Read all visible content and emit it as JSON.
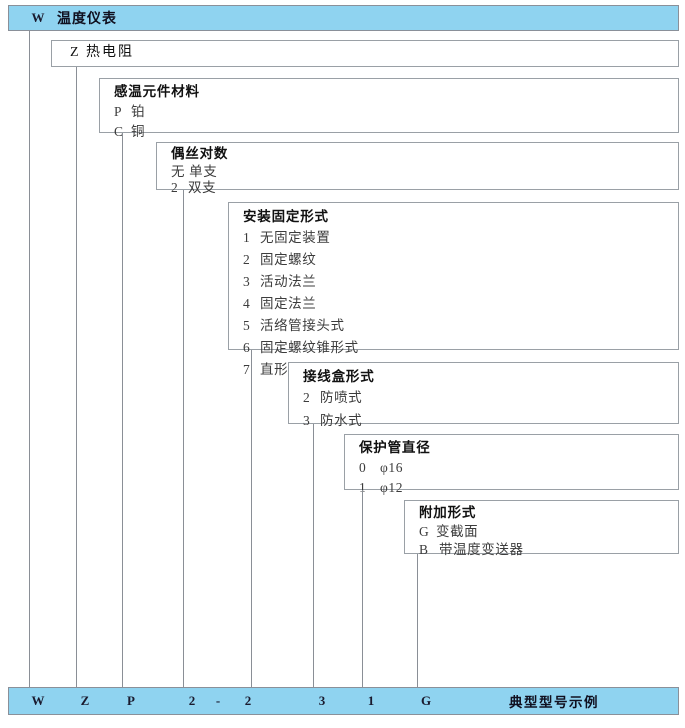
{
  "diagram": {
    "title_bar": {
      "code": "W",
      "label": "温度仪表"
    },
    "bottom_bar": {
      "note": "典型型号示例",
      "codes": [
        "W",
        "Z",
        "P",
        "2",
        "-",
        "2",
        "3",
        "1",
        "G"
      ]
    },
    "levels": [
      {
        "name": "thermal-resistance",
        "title": "Z  热电阻",
        "options": []
      },
      {
        "name": "sensing-element-material",
        "title": "感温元件材料",
        "options": [
          {
            "key": "P",
            "text": "铂"
          },
          {
            "key": "C",
            "text": "铜"
          }
        ]
      },
      {
        "name": "wire-pair-count",
        "title": "偶丝对数",
        "options": [
          {
            "key": "无",
            "text": "单支"
          },
          {
            "key": "2",
            "text": "双支"
          }
        ]
      },
      {
        "name": "mounting-fixing-type",
        "title": "安装固定形式",
        "options": [
          {
            "key": "1",
            "text": "无固定装置"
          },
          {
            "key": "2",
            "text": "固定螺纹"
          },
          {
            "key": "3",
            "text": "活动法兰"
          },
          {
            "key": "4",
            "text": "固定法兰"
          },
          {
            "key": "5",
            "text": "活络管接头式"
          },
          {
            "key": "6",
            "text": "固定螺纹锥形式"
          },
          {
            "key": "7",
            "text": "直形管接头式"
          }
        ]
      },
      {
        "name": "junction-box-type",
        "title": "接线盒形式",
        "options": [
          {
            "key": "2",
            "text": "防喷式"
          },
          {
            "key": "3",
            "text": "防水式"
          }
        ]
      },
      {
        "name": "protection-tube-diameter",
        "title": "保护管直径",
        "options": [
          {
            "key": "0",
            "text": "φ16"
          },
          {
            "key": "1",
            "text": "φ12"
          }
        ]
      },
      {
        "name": "additional-type",
        "title": "附加形式",
        "options": [
          {
            "key": "G",
            "text": "变截面"
          },
          {
            "key": "B",
            "text": "带温度变送器"
          }
        ]
      }
    ]
  }
}
